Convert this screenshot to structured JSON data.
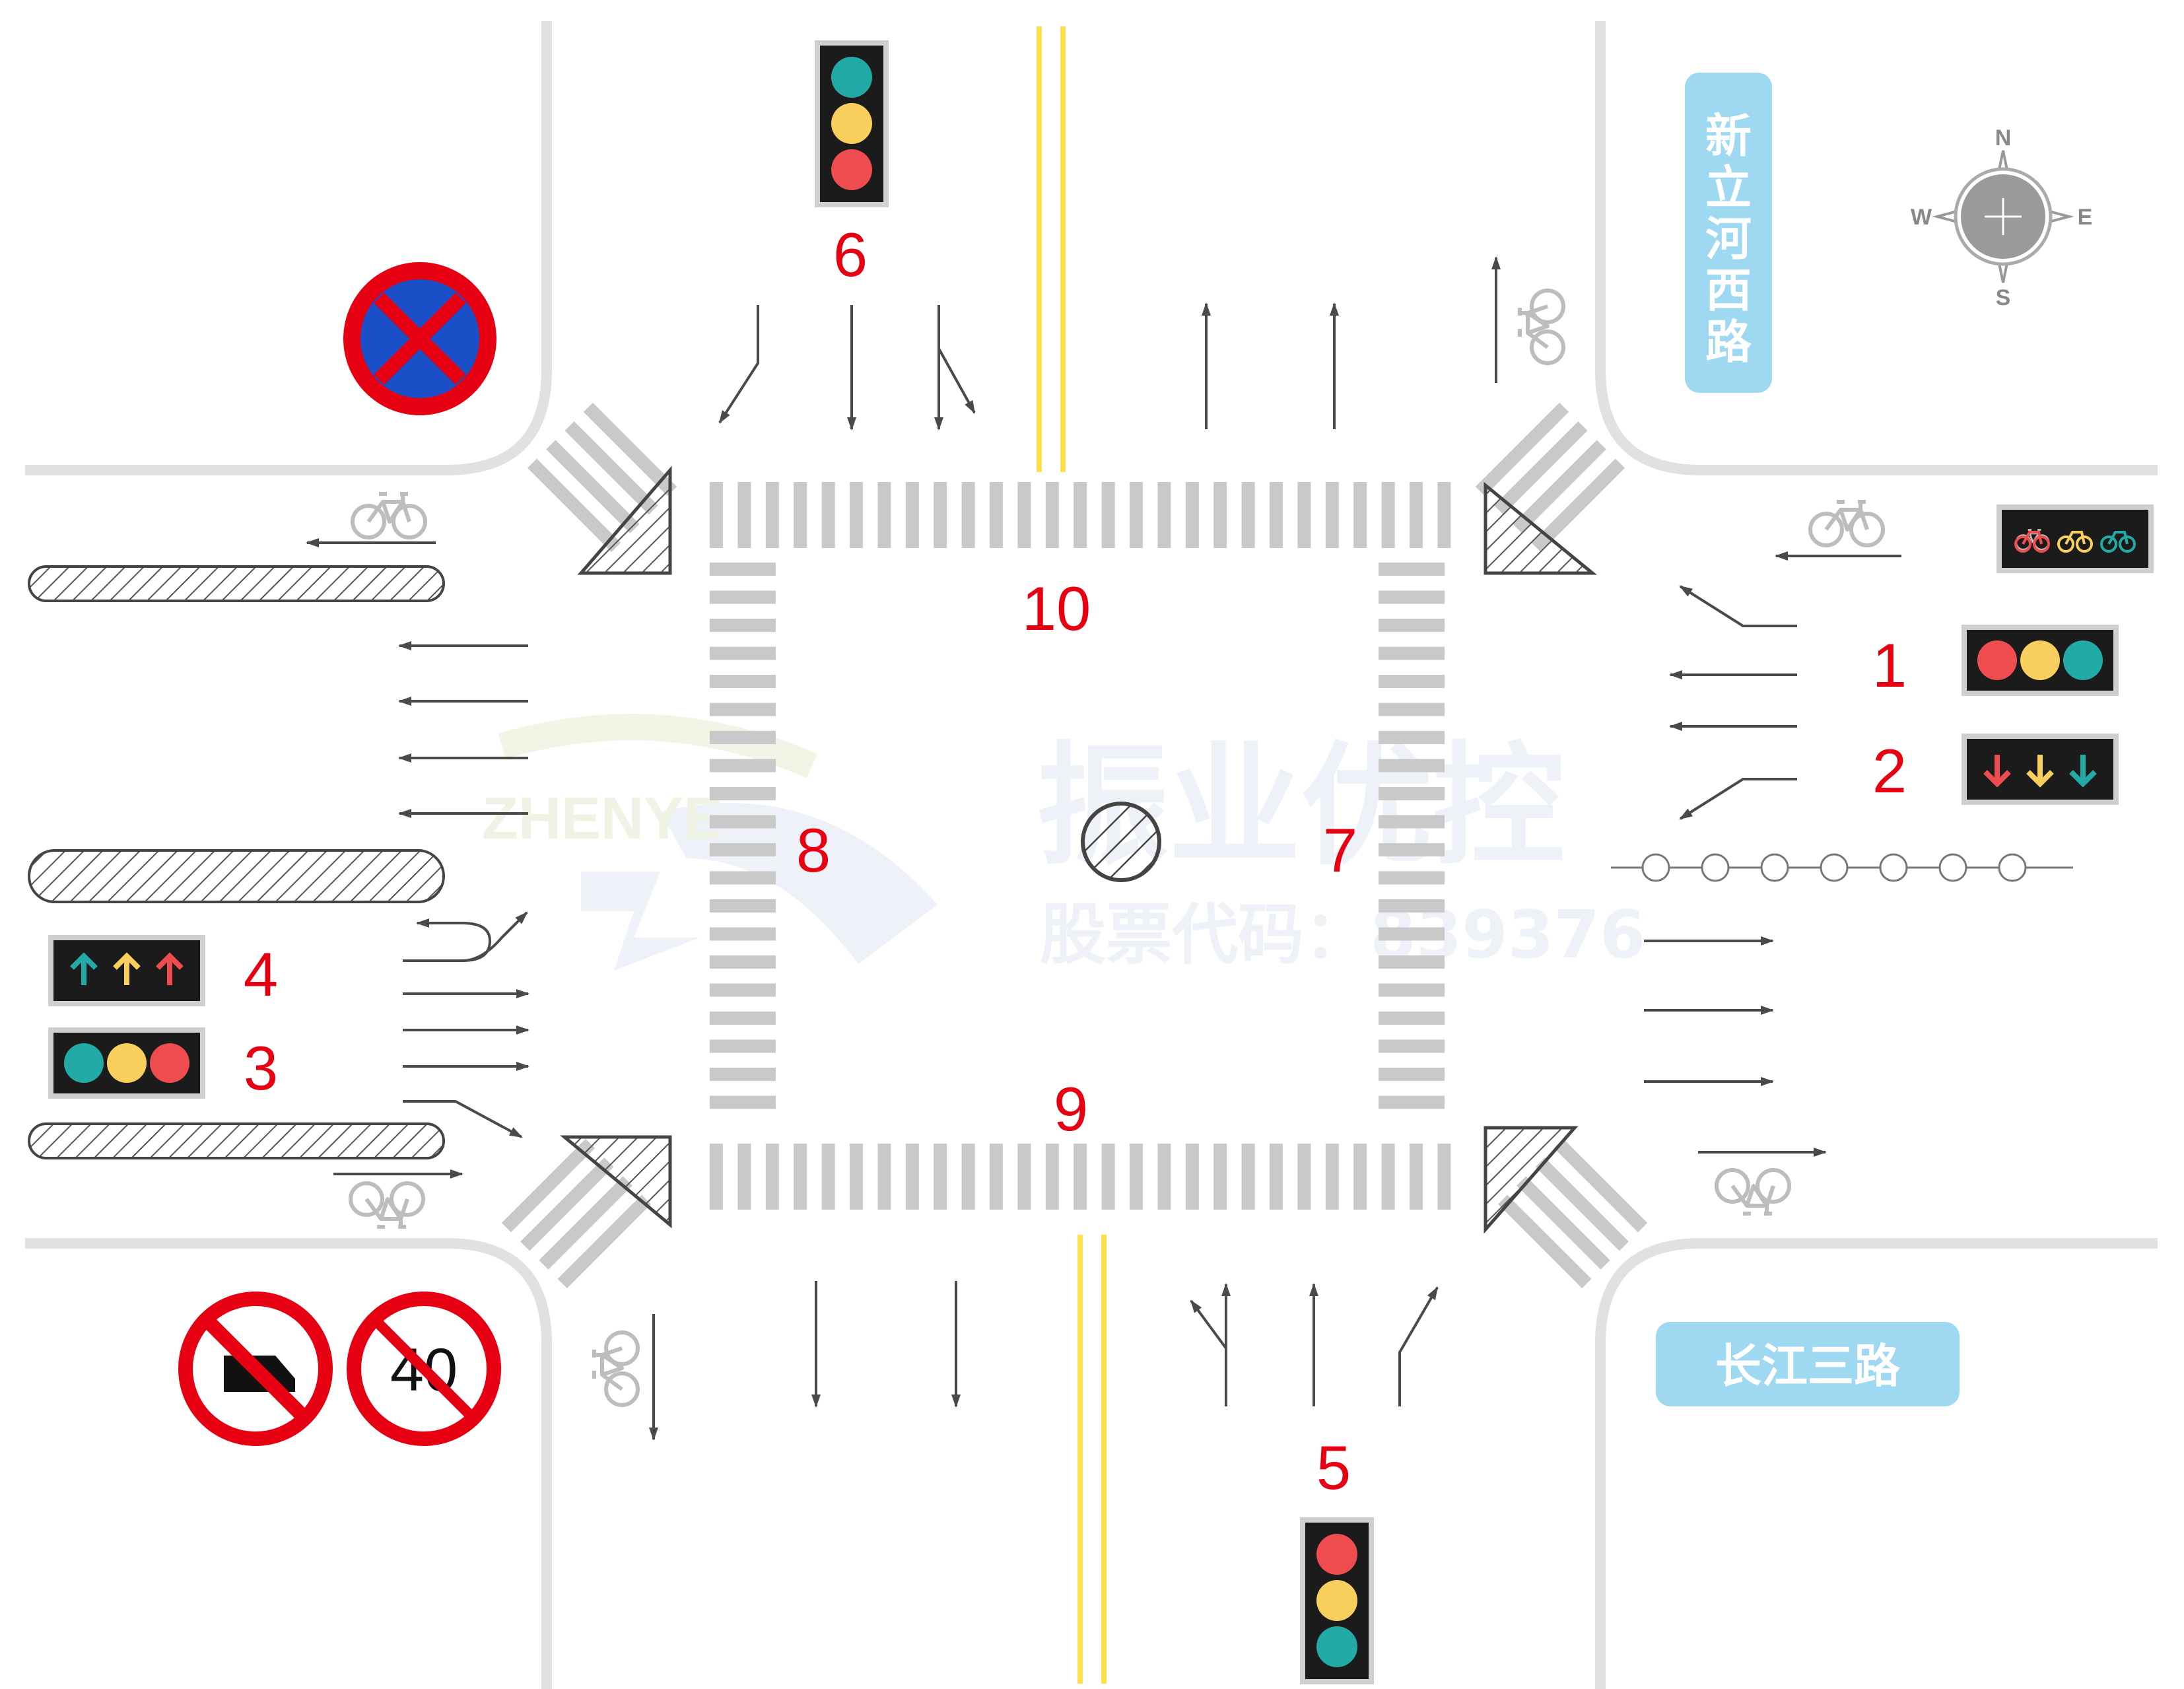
{
  "road_names": {
    "north_south": "新立河西路",
    "east_west": "长江三路"
  },
  "compass": {
    "n": "N",
    "e": "E",
    "s": "S",
    "w": "W"
  },
  "signal_numbers": [
    "1",
    "2",
    "3",
    "4",
    "5",
    "6",
    "7",
    "8",
    "9",
    "10"
  ],
  "speed_limit": "40",
  "watermark": {
    "company": "振业优控",
    "stock_label": "股票代码：839376",
    "brand": "ZHENYE"
  },
  "colors": {
    "signal_red": "#ef4c4f",
    "signal_yellow": "#f8cf5c",
    "signal_green": "#22aaa6",
    "number_red": "#e60012",
    "road_sign_blue": "#9ed8f1",
    "edge_gray": "#e0e0e0",
    "crosswalk_gray": "#c9c9c9",
    "centerline_yellow": "#ffe14d"
  },
  "icons": {
    "signs": [
      "no-parking-sign-icon",
      "no-trucks-sign-icon",
      "speed-limit-sign-icon"
    ],
    "other": [
      "compass-icon",
      "bicycle-icon",
      "lane-arrow-icon",
      "traffic-light-icon"
    ]
  }
}
